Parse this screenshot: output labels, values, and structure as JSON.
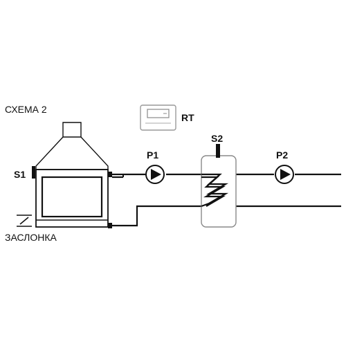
{
  "labels": {
    "title": "СХЕМА 2",
    "rt": "RT",
    "s1": "S1",
    "s2": "S2",
    "p1": "P1",
    "p2": "P2",
    "damper": "ЗАСЛОНКА"
  },
  "icons": {
    "fireplace": "fireplace-icon",
    "thermostat": "room-thermostat-icon",
    "pump": "circulation-pump-icon",
    "tank": "buffer-tank-icon",
    "coil": "heat-exchanger-coil-icon",
    "damper": "damper-icon",
    "sensor": "temperature-sensor-icon"
  },
  "colors": {
    "line": "#111111",
    "tank_outline": "#888888",
    "thermostat_outline": "#999999",
    "background": "#ffffff"
  }
}
